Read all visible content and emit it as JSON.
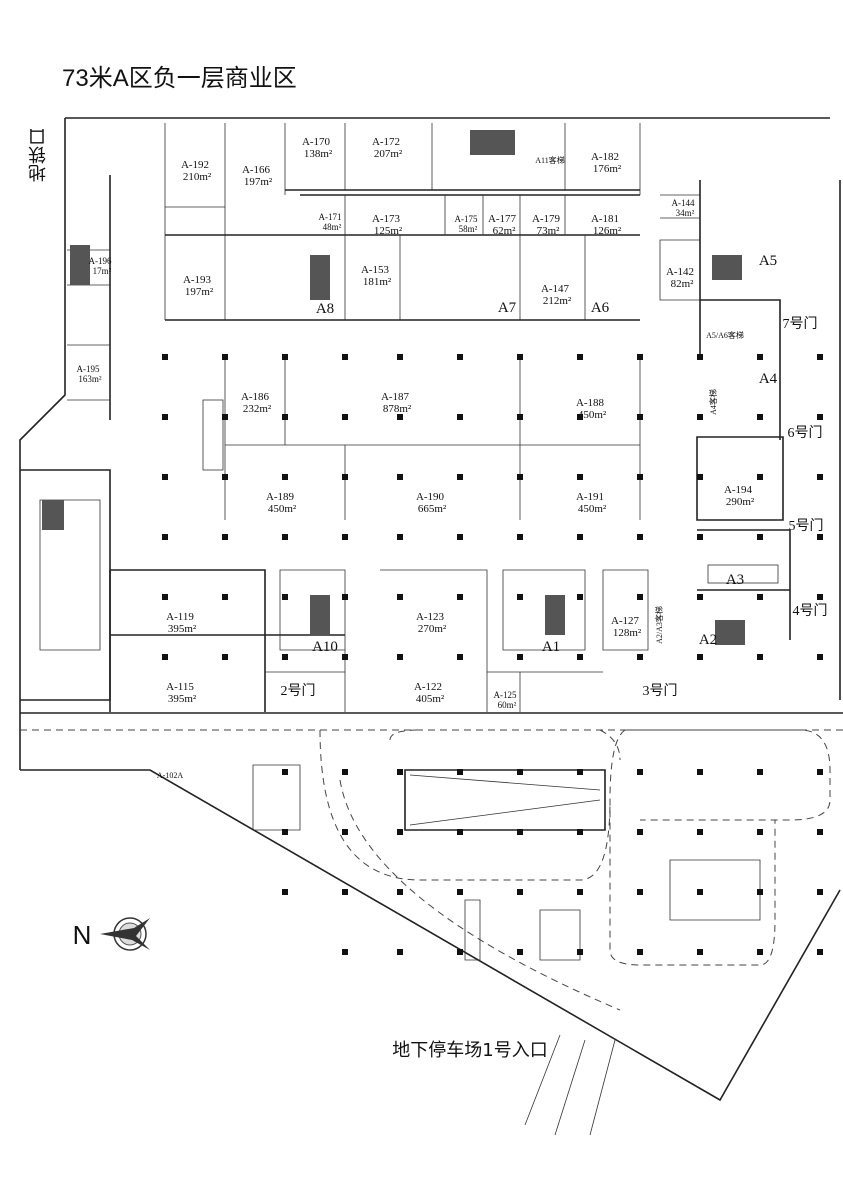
{
  "title": "73米A区负一层商业区",
  "metro_exit": "地铁口",
  "parking_entrance": "地下停车场1号入口",
  "north_label": "N",
  "units": [
    {
      "id": "A-192",
      "area": "210m²"
    },
    {
      "id": "A-166",
      "area": "197m²"
    },
    {
      "id": "A-170",
      "area": "138m²"
    },
    {
      "id": "A-172",
      "area": "207m²"
    },
    {
      "id": "A-182",
      "area": "176m²"
    },
    {
      "id": "A-171",
      "area": "48m²"
    },
    {
      "id": "A-173",
      "area": "125m²"
    },
    {
      "id": "A-175",
      "area": "58m²"
    },
    {
      "id": "A-177",
      "area": "62m²"
    },
    {
      "id": "A-179",
      "area": "73m²"
    },
    {
      "id": "A-181",
      "area": "126m²"
    },
    {
      "id": "A-144",
      "area": "34m²"
    },
    {
      "id": "A-193",
      "area": "197m²"
    },
    {
      "id": "A-153",
      "area": "181m²"
    },
    {
      "id": "A-147",
      "area": "212m²"
    },
    {
      "id": "A-142",
      "area": "82m²"
    },
    {
      "id": "A-196",
      "area": "17m²"
    },
    {
      "id": "A-195",
      "area": "163m²"
    },
    {
      "id": "A-186",
      "area": "232m²"
    },
    {
      "id": "A-187",
      "area": "878m²"
    },
    {
      "id": "A-188",
      "area": "450m²"
    },
    {
      "id": "A-189",
      "area": "450m²"
    },
    {
      "id": "A-190",
      "area": "665m²"
    },
    {
      "id": "A-191",
      "area": "450m²"
    },
    {
      "id": "A-194",
      "area": "290m²"
    },
    {
      "id": "A-119",
      "area": "395m²"
    },
    {
      "id": "A-115",
      "area": "395m²"
    },
    {
      "id": "A-123",
      "area": "270m²"
    },
    {
      "id": "A-122",
      "area": "405m²"
    },
    {
      "id": "A-125",
      "area": "60m²"
    },
    {
      "id": "A-127",
      "area": "128m²"
    }
  ],
  "cores": [
    "A8",
    "A7",
    "A6",
    "A5",
    "A4",
    "A10",
    "A1",
    "A3",
    "A2"
  ],
  "small_labels": {
    "a11": "A11客梯",
    "a5a6": "A5/A6客梯",
    "a4": "A4客梯",
    "a2a3": "A2/A3客梯",
    "a102a": "A-102A"
  },
  "doors": [
    "7号门",
    "6号门",
    "5号门",
    "4号门",
    "2号门",
    "3号门"
  ]
}
